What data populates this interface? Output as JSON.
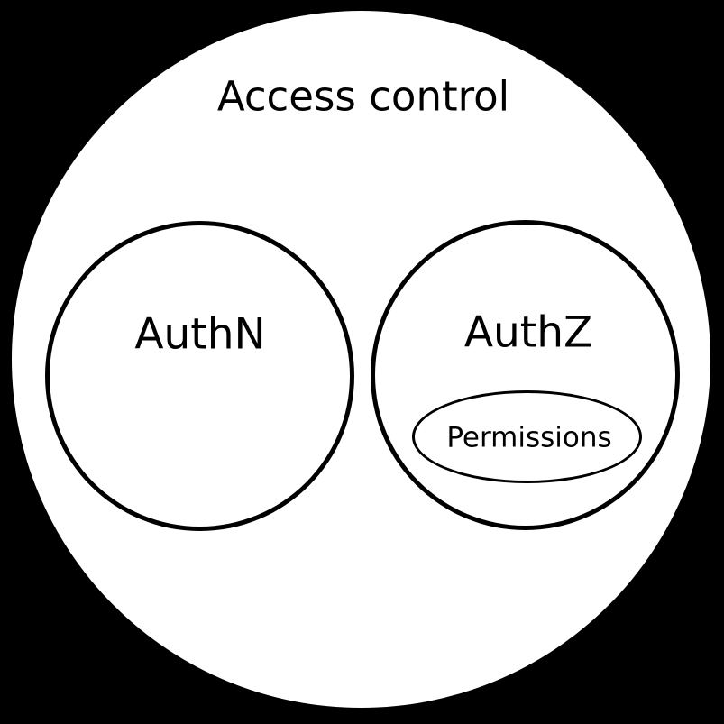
{
  "diagram": {
    "type": "venn-euler",
    "title": "Access control",
    "sets": [
      {
        "label": "AuthN",
        "parent": "Access control"
      },
      {
        "label": "AuthZ",
        "parent": "Access control"
      },
      {
        "label": "Permissions",
        "parent": "AuthZ"
      }
    ],
    "colors": {
      "background": "#000000",
      "fill": "#ffffff",
      "stroke": "#000000",
      "text": "#000000"
    }
  }
}
